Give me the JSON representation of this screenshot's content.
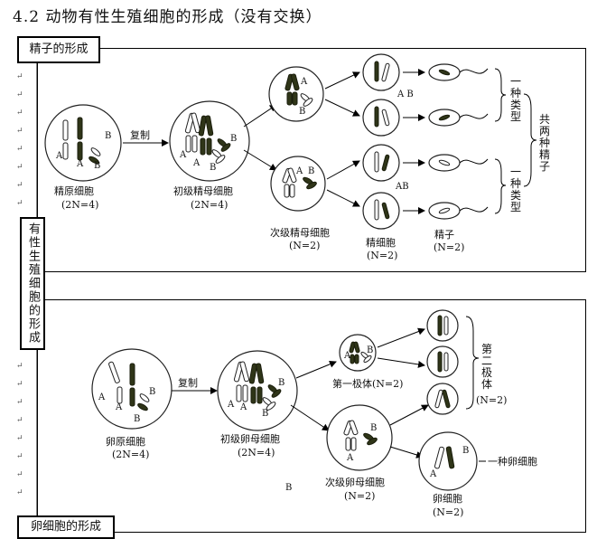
{
  "title": "4.2 动物有性生殖细胞的形成（没有交换）",
  "section_label": "有性生殖细胞的形成",
  "sperm": {
    "box_title": "精子的形成",
    "arrow_label": "复制",
    "cell1_name": "精原细胞",
    "cell1_n": "(2N=4)",
    "cell2_name": "初级精母细胞",
    "cell2_n": "(2N=4)",
    "cell3_name": "次级精母细胞",
    "cell3_n": "(N=2)",
    "cell4_name": "精细胞",
    "cell4_n": "(N=2)",
    "cell5_name": "精子",
    "cell5_n": "(N=2)",
    "type_label": "一种类型",
    "total_label": "共两种精子",
    "gamete_ab1": "A B",
    "gamete_ab2": "AB"
  },
  "egg": {
    "box_title": "卵细胞的形成",
    "arrow_label": "复制",
    "cell1_name": "卵原细胞",
    "cell1_n": "(2N=4)",
    "cell2_name": "初级卵母细胞",
    "cell2_n": "(2N=4)",
    "polar1": "第一极体(N=2)",
    "cell3_name": "次级卵母细胞",
    "cell3_n": "(N=2)",
    "cell4_name": "卵细胞",
    "cell4_n": "(N=2)",
    "polar2": "第二极体",
    "polar2_n": "(N=2)",
    "one_egg": "一种卵细胞",
    "stray_b": "B"
  },
  "alleles": {
    "A": "A",
    "B": "B"
  }
}
